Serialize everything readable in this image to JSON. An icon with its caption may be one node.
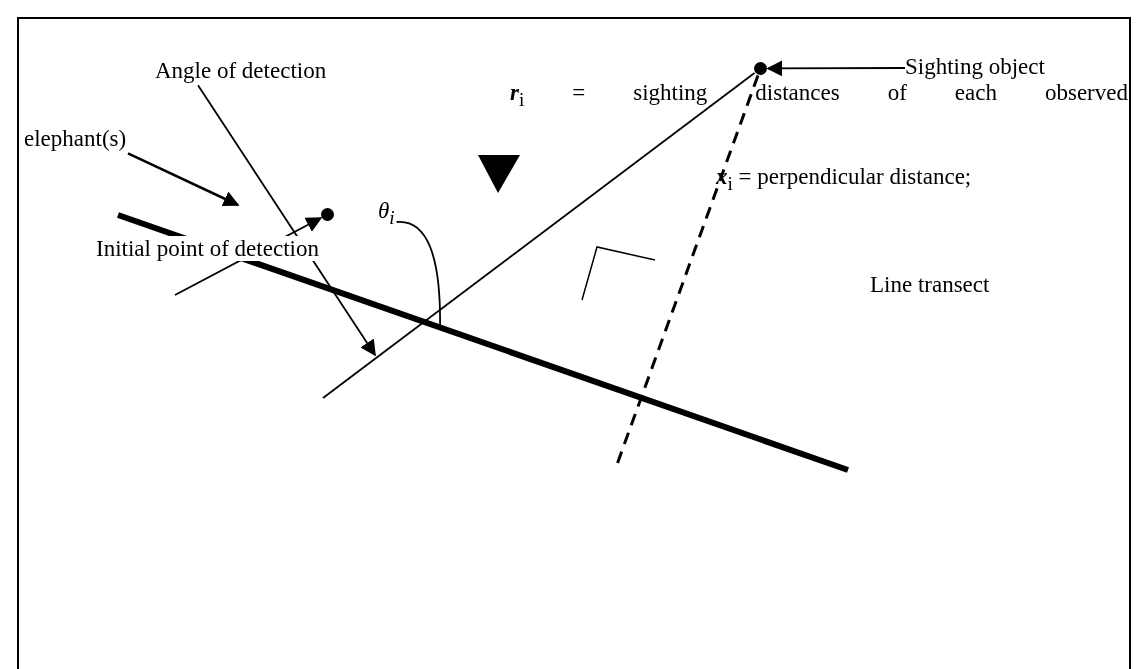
{
  "diagram": {
    "nodes": [
      {
        "text": [
          "Angle of detection"
        ]
      },
      {
        "text": [
          "elephant(s)"
        ]
      },
      {
        "text": [
          "θ$_{i}$"
        ]
      },
      {
        "text": [
          "Sighting object"
        ]
      },
      {
        "text": [],
        "shape": "circle"
      },
      {
        "text": [],
        "shape": "circle",
        "beside": [
          "Initial point of detection"
        ]
      }
    ],
    "edges": [
      {
        "from": 0,
        "to": null,
        "arrow": "to"
      },
      {
        "from": 1,
        "to": null,
        "arrow": "to"
      },
      {
        "from": null,
        "to": 5,
        "arrow": "to"
      },
      {
        "from": 2,
        "to": null,
        "arrow": "none"
      },
      {
        "from": 3,
        "to": 4,
        "arrow": "to"
      },
      {
        "from": null,
        "to": 4,
        "arrow": "none"
      },
      {
        "from": 4,
        "to": null,
        "arrow": "none",
        "style": "dashed"
      }
    ],
    "labels": [
      "**r**$_{i}$ = sighting distances of each observed",
      "**x**$_{i}$ = perpendicular distance;",
      "Line transect"
    ]
  }
}
